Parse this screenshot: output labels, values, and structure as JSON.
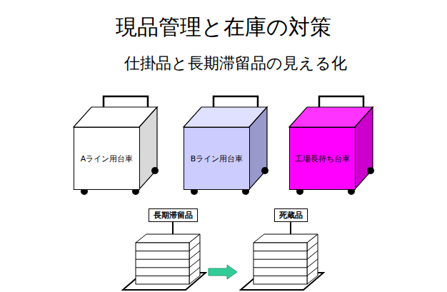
{
  "diagram": {
    "title": "現品管理と在庫の対策",
    "nodes": [
      {
        "text": [
          "Aライン用台車"
        ]
      },
      {
        "text": [
          "Bライン用台車"
        ]
      },
      {
        "text": [
          "工場長持ち台車"
        ]
      },
      {
        "text": [
          "長期滞留品"
        ]
      },
      {
        "text": [
          "死蔵品"
        ]
      }
    ],
    "edges": [
      {
        "from": 3,
        "to": 4,
        "arrow": "to"
      }
    ],
    "labels": [
      "仕掛品と長期滞留品の見える化"
    ]
  }
}
